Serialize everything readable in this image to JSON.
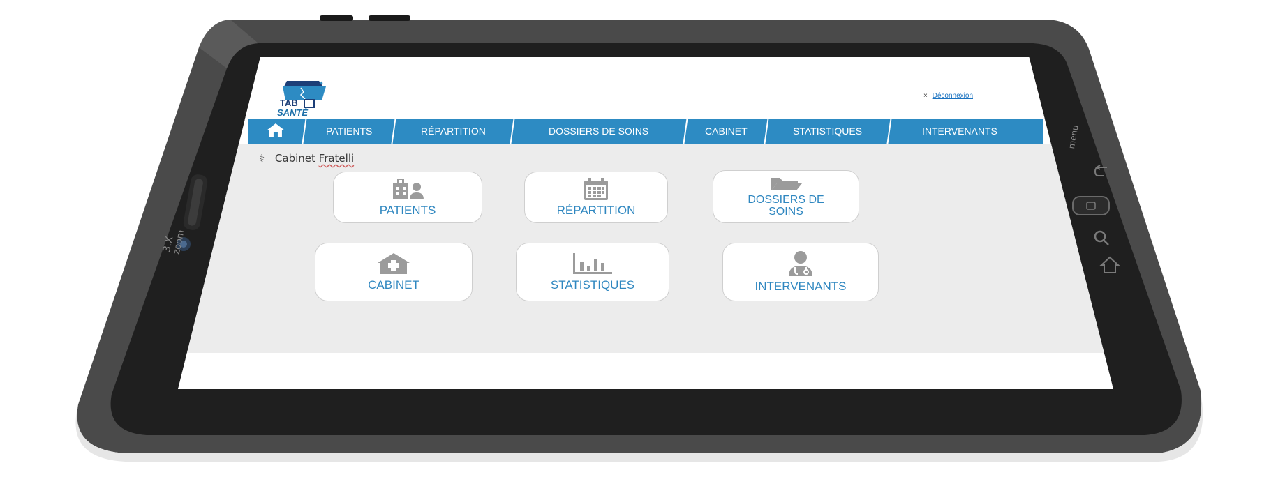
{
  "app": {
    "logo_line1": "TAB",
    "logo_line2": "SANTÉ"
  },
  "header": {
    "logout_icon": "×",
    "logout_label": "Déconnexion"
  },
  "nav": {
    "home_icon": "home-icon",
    "items": [
      {
        "label": "PATIENTS"
      },
      {
        "label": "RÉPARTITION"
      },
      {
        "label": "DOSSIERS DE SOINS"
      },
      {
        "label": "CABINET"
      },
      {
        "label": "STATISTIQUES"
      },
      {
        "label": "INTERVENANTS"
      }
    ]
  },
  "breadcrumb": {
    "icon": "caduceus-icon",
    "prefix": "Cabinet ",
    "name": "Fratelli"
  },
  "tiles": [
    {
      "label": "PATIENTS",
      "icon": "hospital-user-icon"
    },
    {
      "label": "RÉPARTITION",
      "icon": "calendar-icon"
    },
    {
      "label_line1": "DOSSIERS DE",
      "label_line2": "SOINS",
      "icon": "folder-icon"
    },
    {
      "label": "CABINET",
      "icon": "clinic-house-icon"
    },
    {
      "label": "STATISTIQUES",
      "icon": "bar-chart-icon"
    },
    {
      "label": "INTERVENANTS",
      "icon": "doctor-icon"
    }
  ],
  "device": {
    "zoom_label_1": "3.X",
    "zoom_label_2": "zoom",
    "menu_label": "menu"
  },
  "colors": {
    "nav_blue": "#2d8bc3",
    "tile_text": "#2f87c0",
    "icon_gray": "#9b9b9b",
    "content_bg": "#ececec",
    "bezel": "#1f1f1f"
  }
}
